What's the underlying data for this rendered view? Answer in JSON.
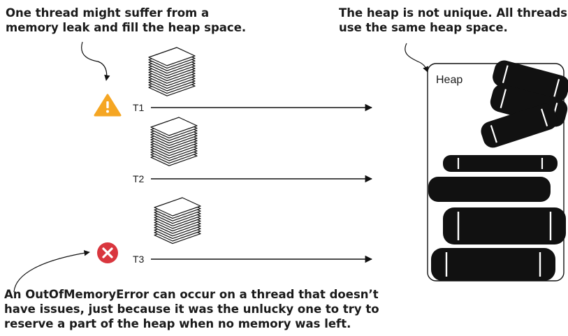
{
  "callouts": {
    "thread_leak": [
      "One thread might suffer from a",
      "memory leak and fill the heap space."
    ],
    "heap_shared": [
      "The heap is not unique. All threads",
      "use the same heap space."
    ],
    "oom_error": [
      "An OutOfMemoryError can occur on a thread that doesn’t",
      "have issues, just because it was the unlucky one to try to",
      "reserve a part of the heap when no memory was left."
    ]
  },
  "threads": [
    {
      "label": "T1",
      "status_icon": "warning-icon"
    },
    {
      "label": "T2",
      "status_icon": null
    },
    {
      "label": "T3",
      "status_icon": "error-icon"
    }
  ],
  "heap": {
    "label": "Heap"
  },
  "colors": {
    "warning": "#f5a623",
    "error": "#d9363e",
    "ink": "#111111"
  }
}
